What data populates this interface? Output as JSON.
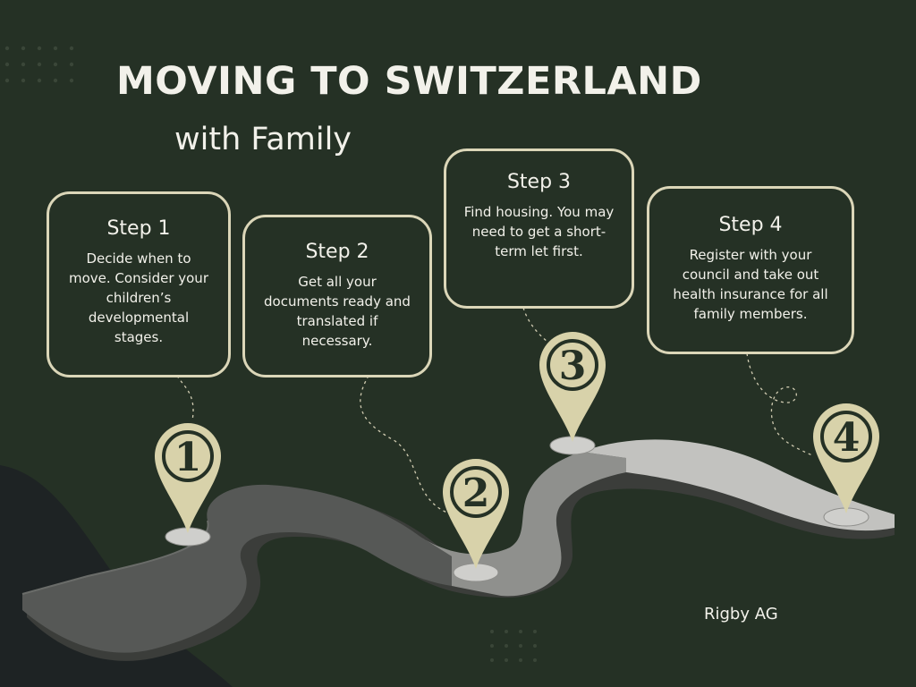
{
  "header": {
    "title": "MOVING TO SWITZERLAND",
    "subtitle": "with Family"
  },
  "steps": [
    {
      "heading": "Step 1",
      "text": "Decide when to move. Consider your children’s developmental stages.",
      "marker": "1"
    },
    {
      "heading": "Step 2",
      "text": "Get all your documents ready and translated if necessary.",
      "marker": "2"
    },
    {
      "heading": "Step 3",
      "text": "Find housing. You may need to get a short-term let first.",
      "marker": "3"
    },
    {
      "heading": "Step 4",
      "text": "Register with your council and take out health insurance for all family members.",
      "marker": "4"
    }
  ],
  "footer": {
    "brand": "Rigby AG"
  },
  "colors": {
    "background": "#253125",
    "card_border": "#dbd6b8",
    "pin": "#d8d2aa",
    "text": "#f2f1ea"
  }
}
